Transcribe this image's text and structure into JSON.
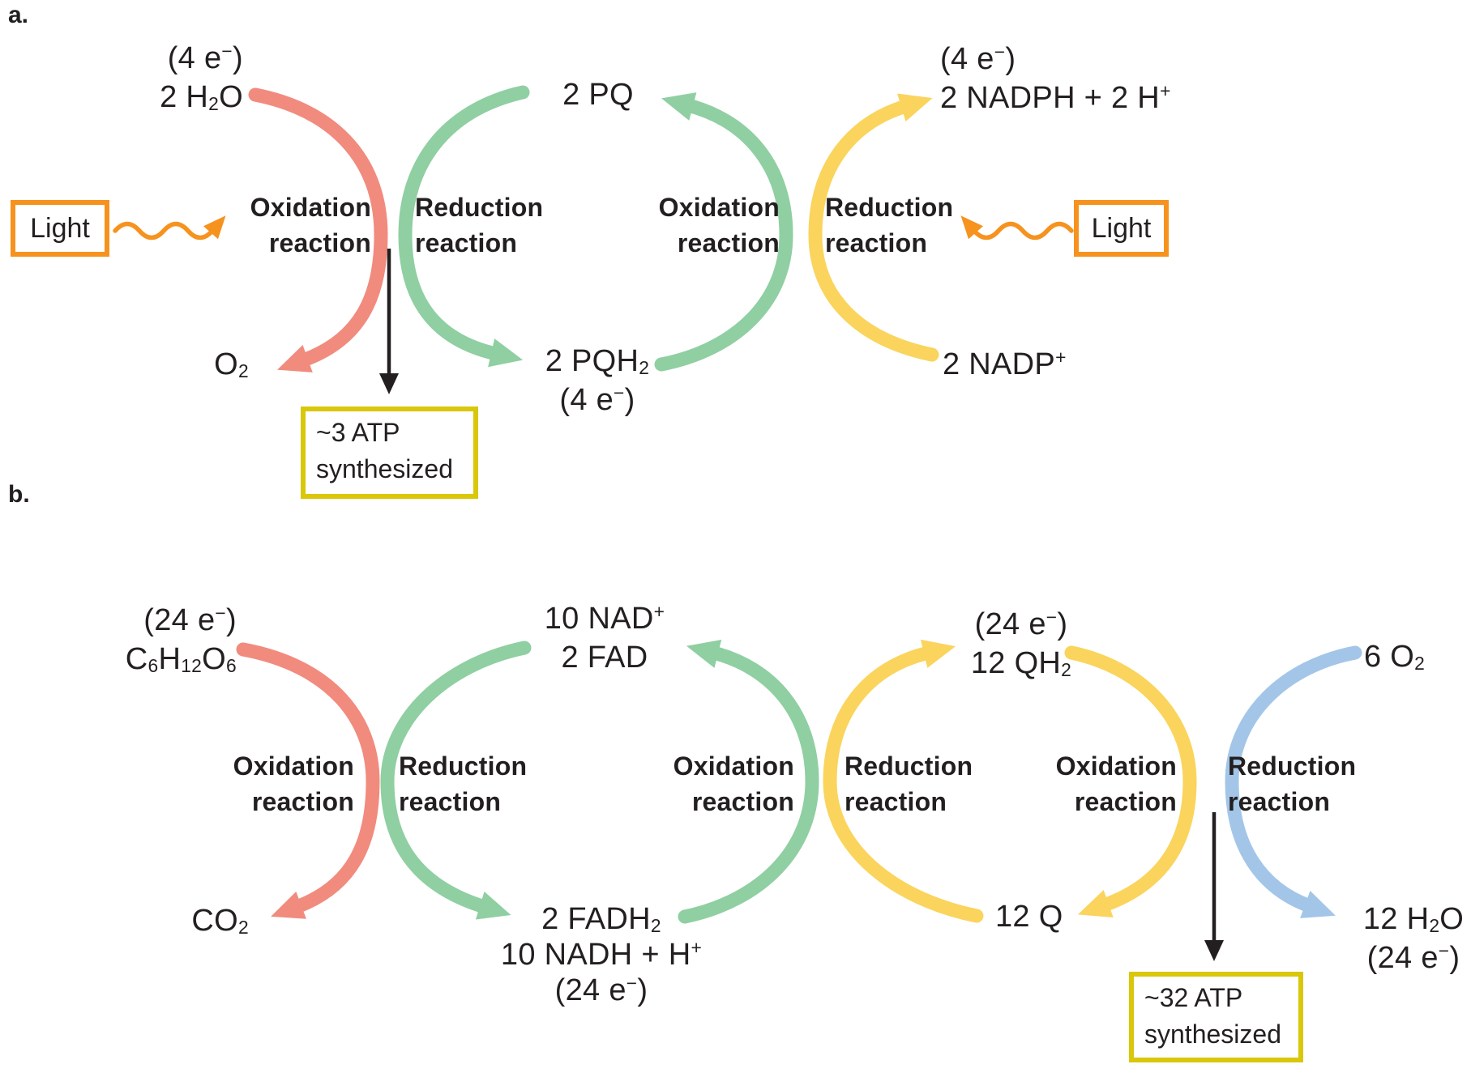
{
  "colors": {
    "arc_red": "#F18B7E",
    "arc_green": "#8FCFA2",
    "arc_yellow": "#FAD45C",
    "arc_blue": "#A3C6E8",
    "orange": "#F6921E",
    "atp_box_border": "#D9C70A",
    "text": "#231F20"
  },
  "reaction_labels": {
    "oxidation_line1": "Oxidation",
    "oxidation_line2": "reaction",
    "reduction_line1": "Reduction",
    "reduction_line2": "reaction"
  },
  "panel_a": {
    "letter": "a.",
    "light_left": "Light",
    "light_right": "Light",
    "water_electrons": "(4 e<sup>−</sup>)",
    "water": "2 H<sub>2</sub>O",
    "oxygen": "O<sub>2</sub>",
    "pq": "2 PQ",
    "pqh2": "2 PQH<sub>2</sub>",
    "pqh2_electrons": "(4 e<sup>−</sup>)",
    "nadph_electrons": "(4 e<sup>−</sup>)",
    "nadph": "2 NADPH + 2 H<sup>+</sup>",
    "nadp": "2 NADP<sup>+</sup>",
    "atp_line1": "~3 ATP",
    "atp_line2": "synthesized"
  },
  "panel_b": {
    "letter": "b.",
    "glucose_electrons": "(24 e<sup>−</sup>)",
    "glucose": "C<sub>6</sub>H<sub>12</sub>O<sub>6</sub>",
    "co2": "CO<sub>2</sub>",
    "nad": "10 NAD<sup>+</sup>",
    "fad": "2 FAD",
    "fadh2": "2 FADH<sub>2</sub>",
    "nadh": "10 NADH + H<sup>+</sup>",
    "nadh_electrons": "(24 e<sup>−</sup>)",
    "qh2_electrons": "(24 e<sup>−</sup>)",
    "qh2": "12 QH<sub>2</sub>",
    "q": "12 Q",
    "o2": "6 O<sub>2</sub>",
    "h2o": "12 H<sub>2</sub>O",
    "h2o_electrons": "(24 e<sup>−</sup>)",
    "atp_line1": "~32 ATP",
    "atp_line2": "synthesized"
  }
}
